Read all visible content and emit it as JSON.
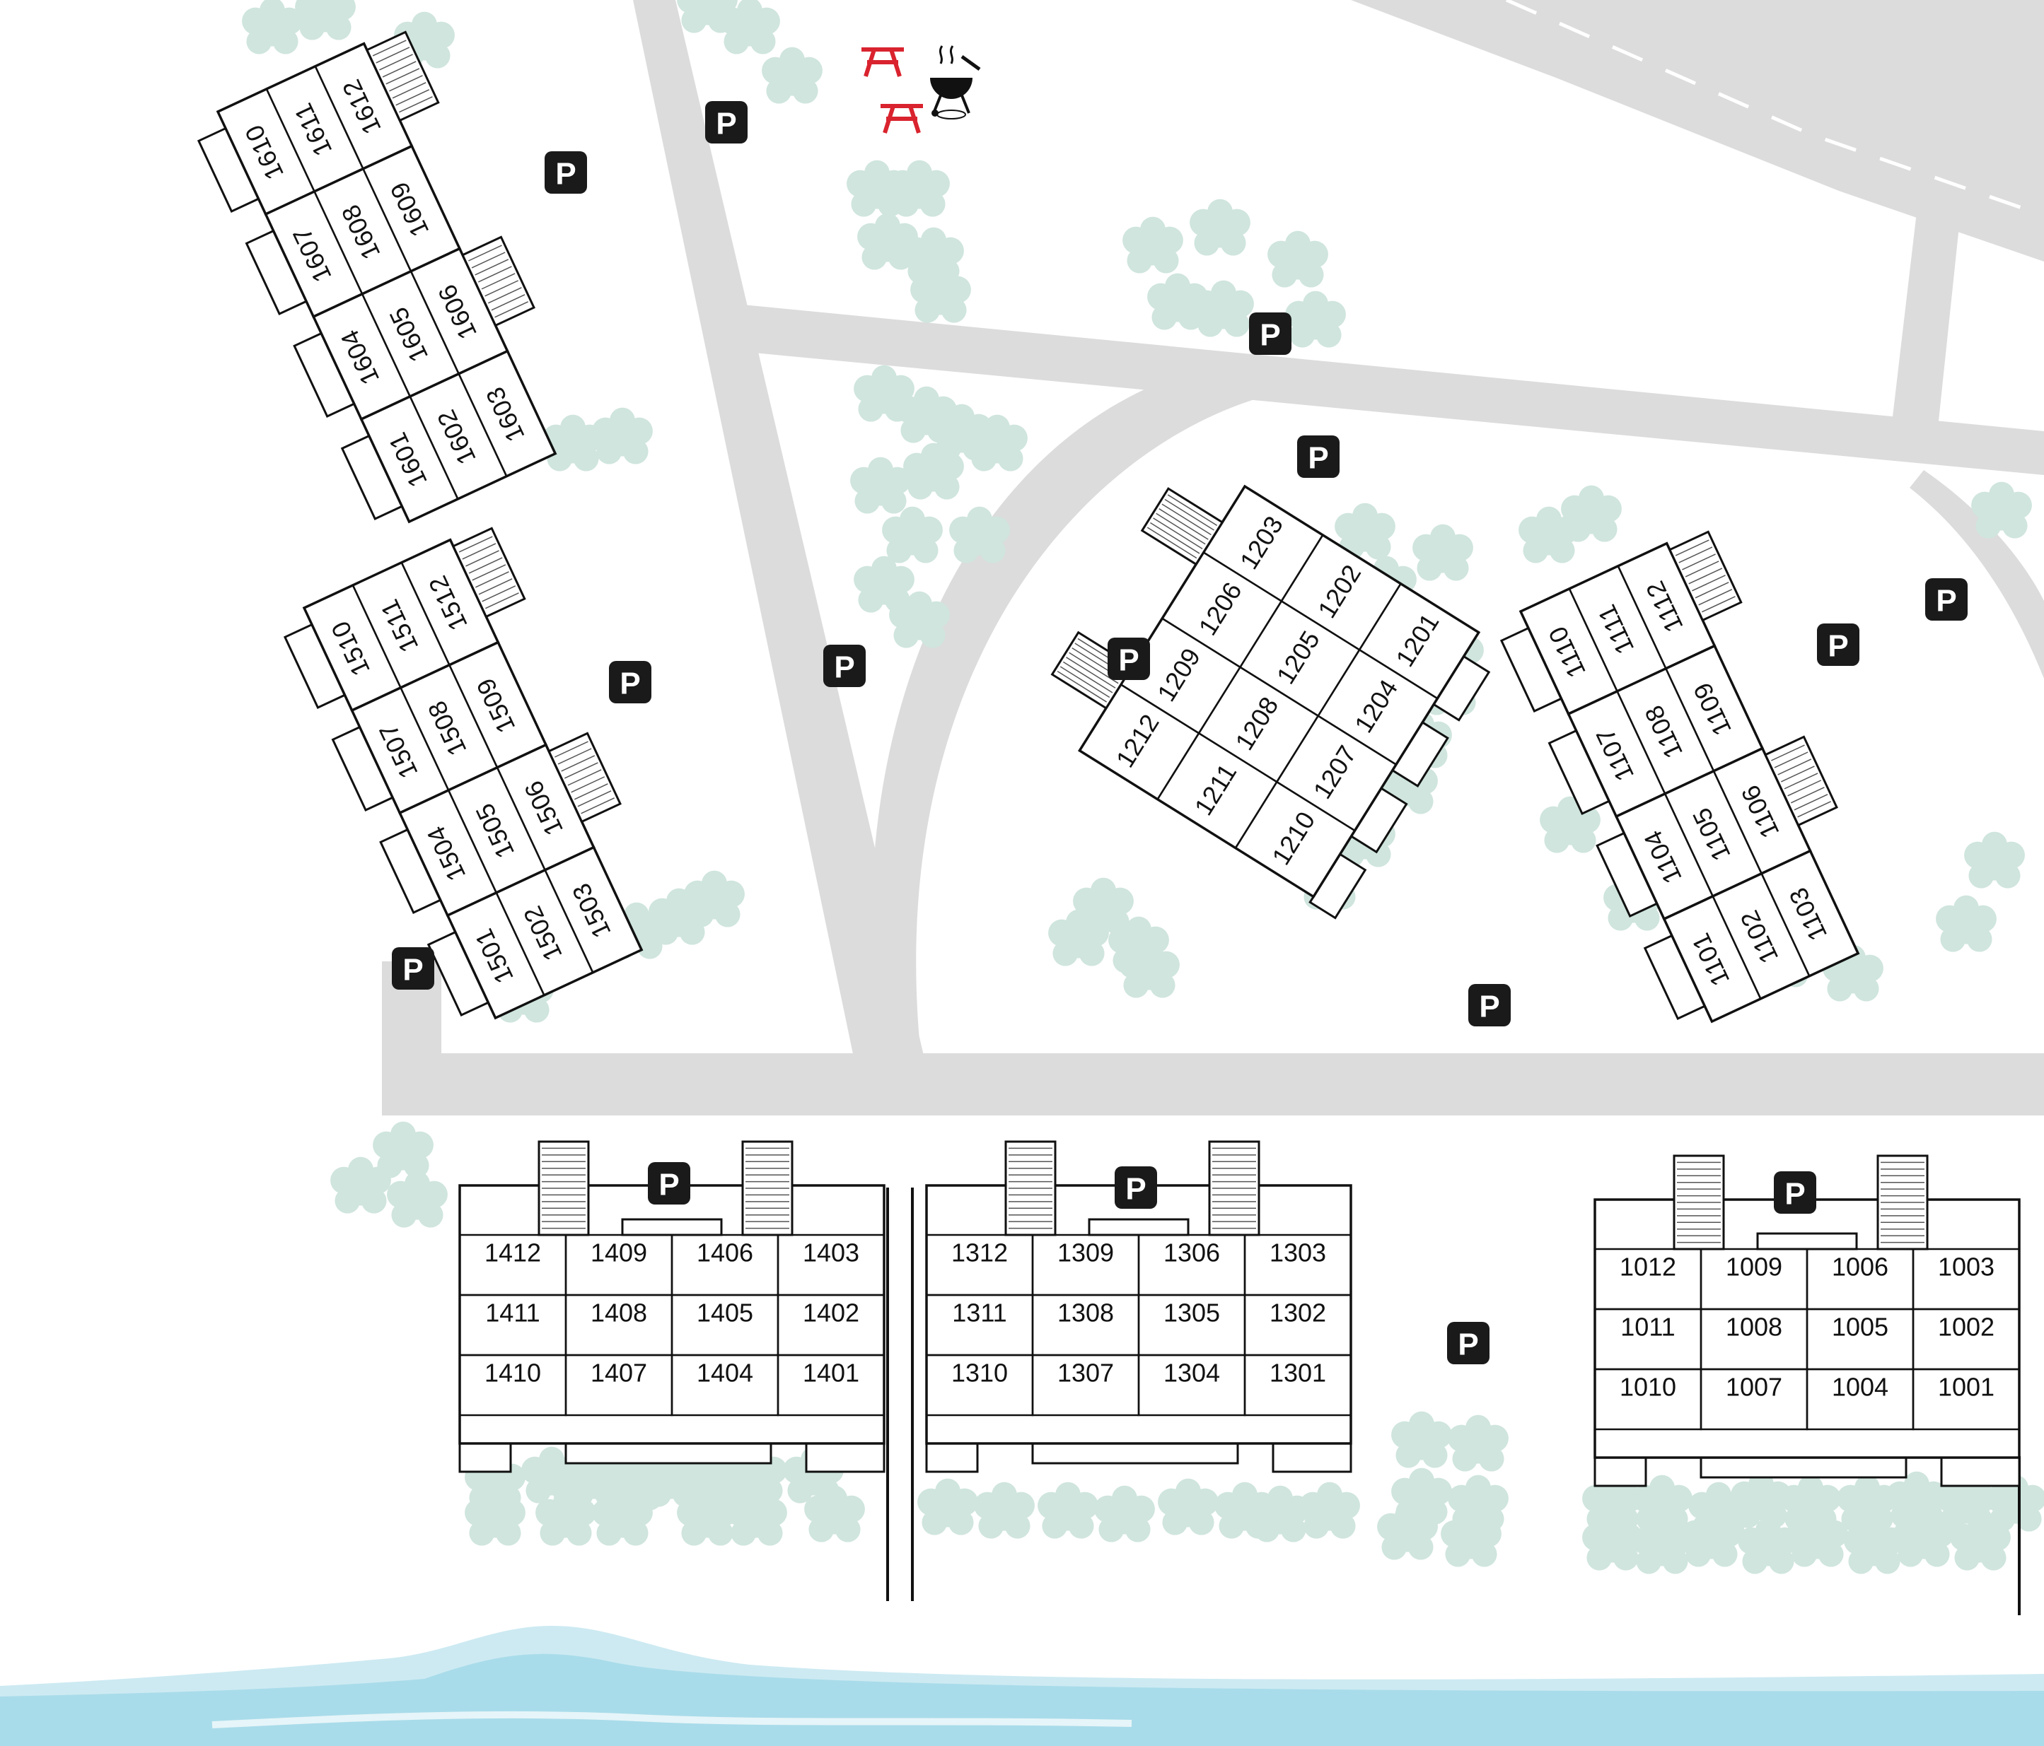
{
  "parking_label": "P",
  "icons": [
    "picnic-table-icon",
    "bbq-grill-icon",
    "parking-icon",
    "tree-icon",
    "stairs-icon"
  ],
  "colors": {
    "road": "#dcdcdc",
    "tree": "#cfe5dd",
    "parking": "#1a1a1a",
    "picnic": "#d9232e",
    "water_light": "#cdeaf2",
    "water": "#a9dcea"
  },
  "buildings": [
    {
      "id": "1600",
      "rows": [
        [
          "1610",
          "1611",
          "1612"
        ],
        [
          "1607",
          "1608",
          "1609"
        ],
        [
          "1604",
          "1605",
          "1606"
        ],
        [
          "1601",
          "1602",
          "1603"
        ]
      ]
    },
    {
      "id": "1500",
      "rows": [
        [
          "1510",
          "1511",
          "1512"
        ],
        [
          "1507",
          "1508",
          "1509"
        ],
        [
          "1504",
          "1505",
          "1506"
        ],
        [
          "1501",
          "1502",
          "1503"
        ]
      ]
    },
    {
      "id": "1200",
      "rows": [
        [
          "1203",
          "1202",
          "1201"
        ],
        [
          "1206",
          "1205",
          "1204"
        ],
        [
          "1209",
          "1208",
          "1207"
        ],
        [
          "1212",
          "1211",
          "1210"
        ]
      ]
    },
    {
      "id": "1100",
      "rows": [
        [
          "1110",
          "1111",
          "1112"
        ],
        [
          "1107",
          "1108",
          "1109"
        ],
        [
          "1104",
          "1105",
          "1106"
        ],
        [
          "1101",
          "1102",
          "1103"
        ]
      ]
    },
    {
      "id": "1400",
      "rows": [
        [
          "1412",
          "1409",
          "1406",
          "1403"
        ],
        [
          "1411",
          "1408",
          "1405",
          "1402"
        ],
        [
          "1410",
          "1407",
          "1404",
          "1401"
        ]
      ]
    },
    {
      "id": "1300",
      "rows": [
        [
          "1312",
          "1309",
          "1306",
          "1303"
        ],
        [
          "1311",
          "1308",
          "1305",
          "1302"
        ],
        [
          "1310",
          "1307",
          "1304",
          "1301"
        ]
      ]
    },
    {
      "id": "1000",
      "rows": [
        [
          "1012",
          "1009",
          "1006",
          "1003"
        ],
        [
          "1011",
          "1008",
          "1005",
          "1002"
        ],
        [
          "1010",
          "1007",
          "1004",
          "1001"
        ]
      ]
    }
  ]
}
